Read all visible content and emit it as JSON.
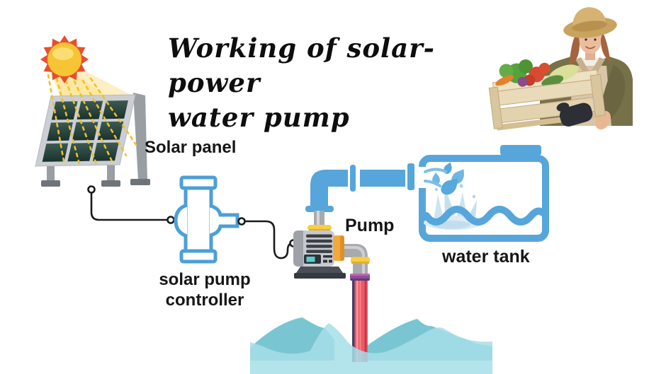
{
  "title": {
    "line1": "Working of solar-power",
    "line2": "water pump"
  },
  "labels": {
    "solar_panel": "Solar panel",
    "controller": "solar pump controller",
    "pump": "Pump",
    "water_tank": "water tank"
  },
  "illustrations": [
    {
      "name": "sun-icon",
      "desc": "yellow sun with orange-red spiked rays"
    },
    {
      "name": "sunbeam-icon",
      "desc": "translucent yellow beam with dashed rays onto panel"
    },
    {
      "name": "solar-panel-icon",
      "desc": "tilted 3x3 dark-cell solar panel on gray stand"
    },
    {
      "name": "wire-panel-to-controller",
      "desc": "black cable with round terminals"
    },
    {
      "name": "solar-pump-controller-icon",
      "desc": "blue outlined pipe-fitting controller"
    },
    {
      "name": "wire-controller-to-pump",
      "desc": "black cable with round terminals"
    },
    {
      "name": "pump-icon",
      "desc": "gray motor pump with vents, teal display, gold flanges"
    },
    {
      "name": "outlet-pipe-icon",
      "desc": "blue elbow pipe with coupling running to tank"
    },
    {
      "name": "water-tank-icon",
      "desc": "blue outlined tank with cap, splash and wavy water"
    },
    {
      "name": "suction-pipe-icon",
      "desc": "red striped pipe descending into water"
    },
    {
      "name": "water-source-icon",
      "desc": "teal waves of ground water"
    },
    {
      "name": "farmer-photo",
      "desc": "woman in straw hat holding vegetable crate"
    }
  ],
  "colors": {
    "pipe_blue": "#56A6DB",
    "light_blue": "#7CC0E8",
    "sun_yellow": "#F7C433",
    "ray_orange": "#E84E2E",
    "panel_cell": "#2B4843",
    "wire_black": "#1a1a1a",
    "gold": "#F7CE3E",
    "coupling_orange": "#F2A93C",
    "red_pipe": "#EC5A63",
    "purple_cap": "#8F4C9B",
    "water_front": "#A6DEE8",
    "water_back": "#79C6D2",
    "text": "#161616"
  }
}
